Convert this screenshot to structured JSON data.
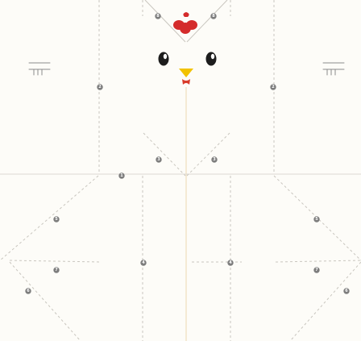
{
  "figure": {
    "background": "#fdfcf8",
    "fold_line_color": "#c9c6bf",
    "center_line_color": "#edd8b0",
    "step_marker_color": "#7d7d7d",
    "beak_color": "#f2c200",
    "wattle_color": "#d83b2a",
    "comb_color": "#d42b2b",
    "eye_color": "#1d1d1d"
  },
  "markers": [
    {
      "id": "marker-01",
      "label": "1"
    },
    {
      "id": "marker-02-left",
      "label": "2"
    },
    {
      "id": "marker-02-right",
      "label": "2"
    },
    {
      "id": "marker-03-left",
      "label": "3"
    },
    {
      "id": "marker-03-right",
      "label": "3"
    },
    {
      "id": "marker-04-left",
      "label": "4"
    },
    {
      "id": "marker-04-right",
      "label": "4"
    },
    {
      "id": "marker-05-left",
      "label": "5"
    },
    {
      "id": "marker-05-right",
      "label": "5"
    },
    {
      "id": "marker-06-left",
      "label": "6"
    },
    {
      "id": "marker-06-right",
      "label": "6"
    },
    {
      "id": "marker-07-left",
      "label": "7"
    },
    {
      "id": "marker-07-right",
      "label": "7"
    },
    {
      "id": "marker-08-left",
      "label": "8"
    },
    {
      "id": "marker-08-right",
      "label": "8"
    }
  ]
}
